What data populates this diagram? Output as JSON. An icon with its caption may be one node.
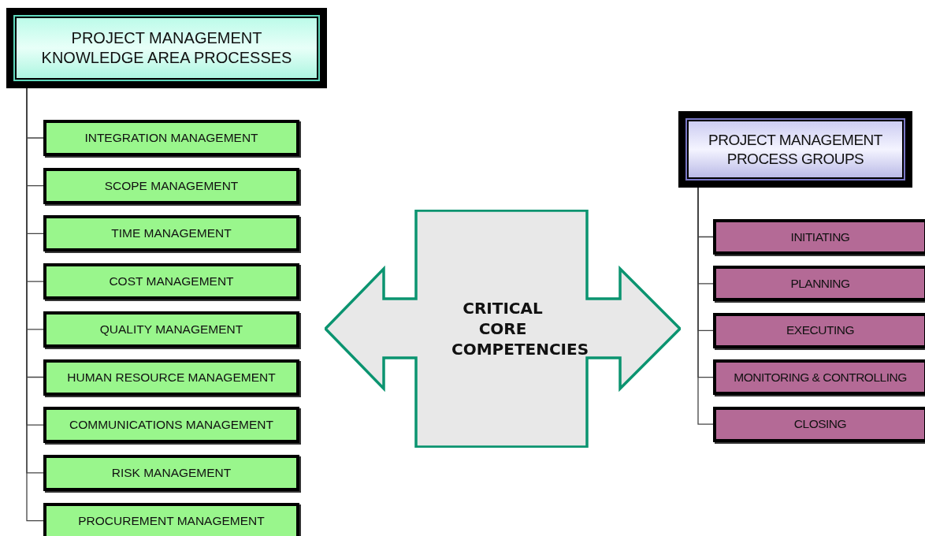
{
  "diagram": {
    "nodes": [
      {
        "text": [
          "PROJECT MANAGEMENT KNOWLEDGE AREA PROCESSES"
        ]
      },
      {
        "text": [
          "INTEGRATION MANAGEMENT"
        ]
      },
      {
        "text": [
          "SCOPE MANAGEMENT"
        ]
      },
      {
        "text": [
          "TIME MANAGEMENT"
        ]
      },
      {
        "text": [
          "COST MANAGEMENT"
        ]
      },
      {
        "text": [
          "QUALITY MANAGEMENT"
        ]
      },
      {
        "text": [
          "HUMAN RESOURCE MANAGEMENT"
        ]
      },
      {
        "text": [
          "COMMUNICATIONS MANAGEMENT"
        ]
      },
      {
        "text": [
          "RISK MANAGEMENT"
        ]
      },
      {
        "text": [
          "PROCUREMENT MANAGEMENT"
        ]
      },
      {
        "text": [
          "CRITICAL CORE COMPETENCIES"
        ]
      },
      {
        "text": [
          "PROJECT MANAGEMENT PROCESS GROUPS"
        ]
      },
      {
        "text": [
          "INITIATING"
        ]
      },
      {
        "text": [
          "PLANNING"
        ]
      },
      {
        "text": [
          "EXECUTING"
        ]
      },
      {
        "text": [
          "MONITORING & CONTROLLING"
        ]
      },
      {
        "text": [
          "CLOSING"
        ]
      }
    ],
    "edges": [
      {
        "from": 0,
        "to": 1,
        "arrow": "none"
      },
      {
        "from": 0,
        "to": 2,
        "arrow": "none"
      },
      {
        "from": 0,
        "to": 3,
        "arrow": "none"
      },
      {
        "from": 0,
        "to": 4,
        "arrow": "none"
      },
      {
        "from": 0,
        "to": 5,
        "arrow": "none"
      },
      {
        "from": 0,
        "to": 6,
        "arrow": "none"
      },
      {
        "from": 0,
        "to": 7,
        "arrow": "none"
      },
      {
        "from": 0,
        "to": 8,
        "arrow": "none"
      },
      {
        "from": 0,
        "to": 9,
        "arrow": "none"
      },
      {
        "from": 11,
        "to": 12,
        "arrow": "none"
      },
      {
        "from": 11,
        "to": 13,
        "arrow": "none"
      },
      {
        "from": 11,
        "to": 14,
        "arrow": "none"
      },
      {
        "from": 11,
        "to": 15,
        "arrow": "none"
      },
      {
        "from": 11,
        "to": 16,
        "arrow": "none"
      }
    ]
  }
}
